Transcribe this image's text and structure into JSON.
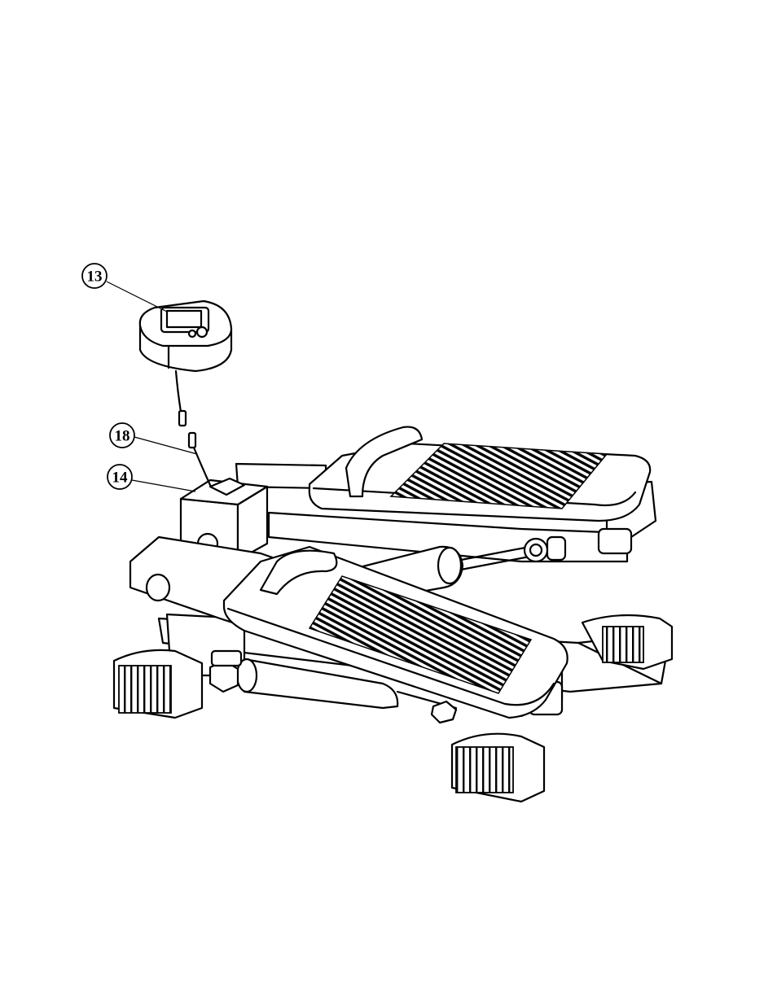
{
  "figure": {
    "callouts": [
      {
        "id": "computer",
        "label": "13"
      },
      {
        "id": "sensor-wire",
        "label": "18"
      },
      {
        "id": "sensor-box",
        "label": "14"
      }
    ]
  }
}
